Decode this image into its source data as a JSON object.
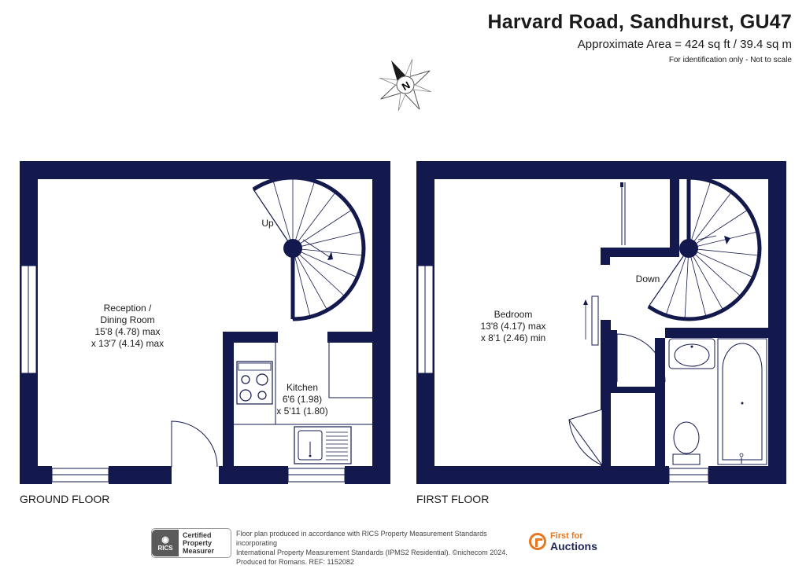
{
  "header": {
    "title": "Harvard Road, Sandhurst, GU47",
    "area": "Approximate Area = 424 sq ft / 39.4 sq m",
    "note": "For identification only - Not to scale"
  },
  "compass": {
    "icon": "compass-north-icon",
    "letter": "N"
  },
  "ground_floor": {
    "label": "GROUND FLOOR",
    "stairs_label": "Up",
    "reception": {
      "line1": "Reception /",
      "line2": "Dining Room",
      "line3": "15'8 (4.78) max",
      "line4": "x 13'7 (4.14) max"
    },
    "kitchen": {
      "line1": "Kitchen",
      "line2": "6'6 (1.98)",
      "line3": "x 5'11 (1.80)"
    }
  },
  "first_floor": {
    "label": "FIRST FLOOR",
    "stairs_label": "Down",
    "bedroom": {
      "line1": "Bedroom",
      "line2": "13'8 (4.17) max",
      "line3": "x 8'1 (2.46) min"
    }
  },
  "footer": {
    "rics_logo": "RICS",
    "rics_line1": "Certified",
    "rics_line2": "Property",
    "rics_line3": "Measurer",
    "text_line1": "Floor plan produced in accordance with RICS Property Measurement Standards incorporating",
    "text_line2": "International Property Measurement Standards (IPMS2 Residential). ©nichecom 2024.",
    "text_line3": "Produced for Romans.   REF:  1152082",
    "brand_line1": "First for",
    "brand_line2": "Auctions"
  },
  "colors": {
    "wall": "#13194d",
    "accent": "#e87722"
  }
}
